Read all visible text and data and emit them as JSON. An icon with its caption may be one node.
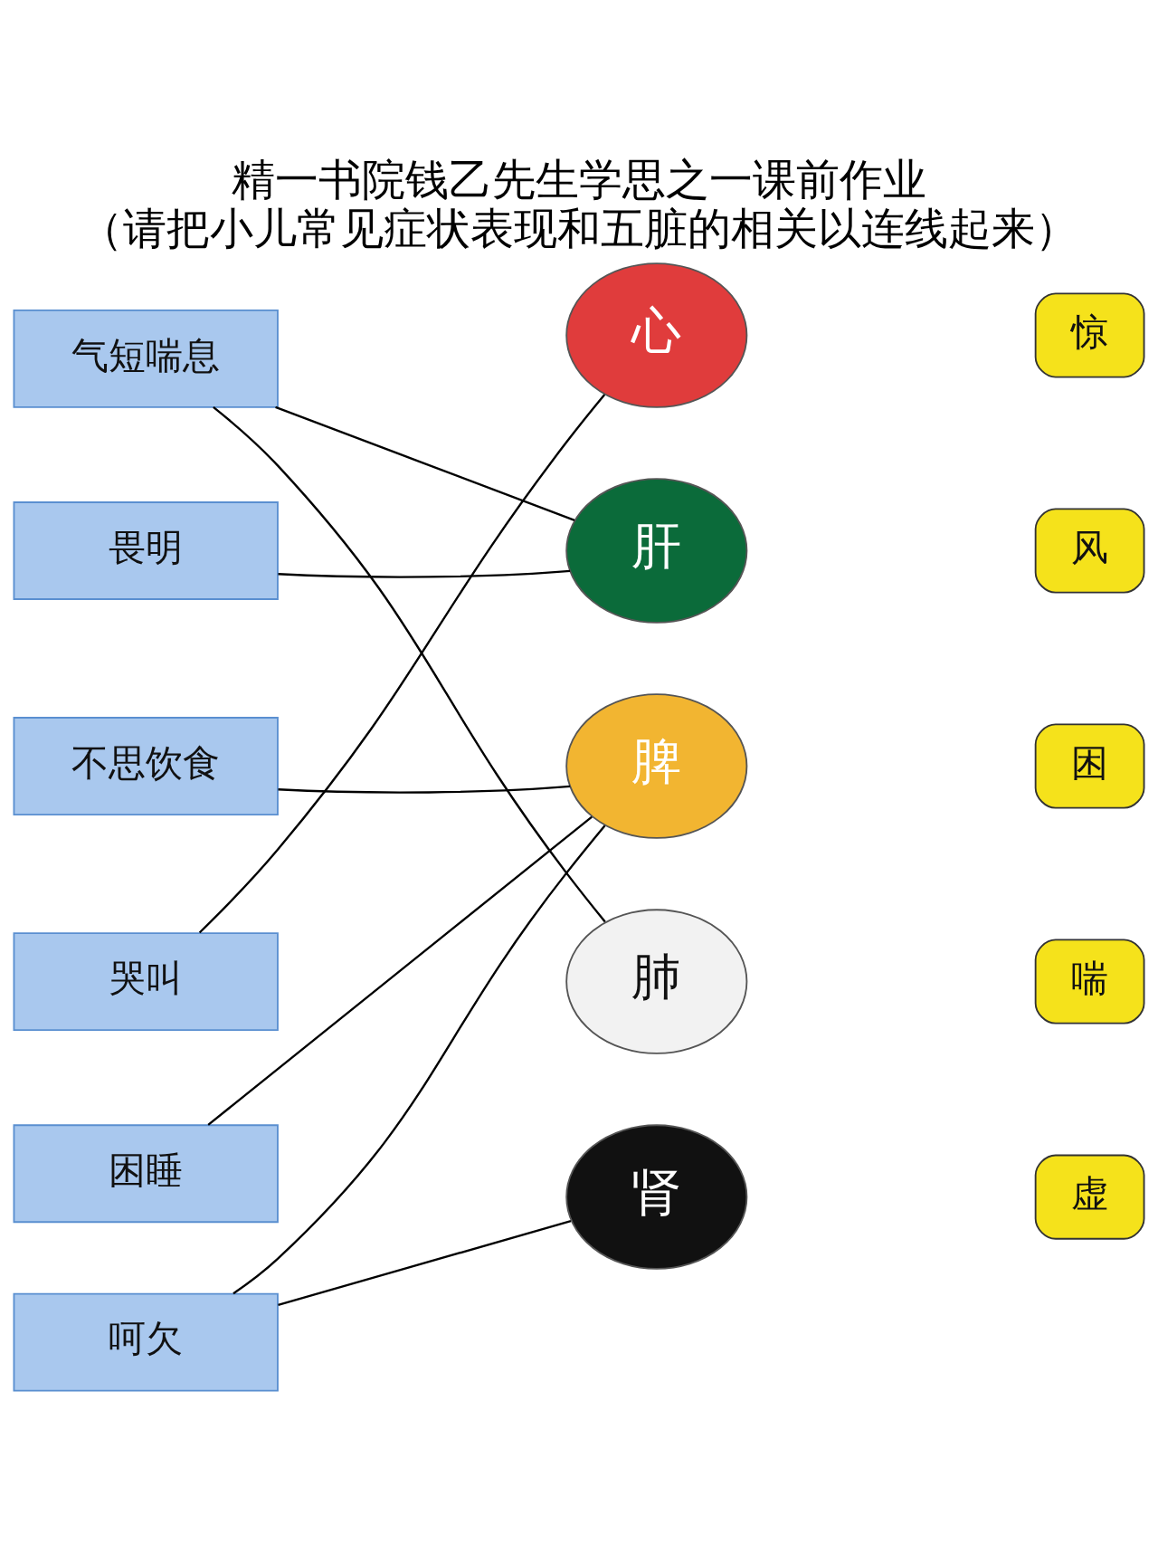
{
  "diagram": {
    "title": "精一书院钱乙先生学思之一课前作业",
    "caption": "（请把小儿常见症状表现和五脏的相关以连线起来）",
    "nodes": [
      {
        "text": [
          "气短喘息"
        ]
      },
      {
        "text": [
          "畏明"
        ]
      },
      {
        "text": [
          "不思饮食"
        ]
      },
      {
        "text": [
          "哭叫"
        ]
      },
      {
        "text": [
          "困睡"
        ]
      },
      {
        "text": [
          "呵欠"
        ]
      },
      {
        "text": [
          "心"
        ]
      },
      {
        "text": [
          "肝"
        ]
      },
      {
        "text": [
          "脾"
        ]
      },
      {
        "text": [
          "肺"
        ]
      },
      {
        "text": [
          "肾"
        ]
      },
      {
        "text": [
          "惊"
        ]
      },
      {
        "text": [
          "风"
        ]
      },
      {
        "text": [
          "困"
        ]
      },
      {
        "text": [
          "喘"
        ]
      },
      {
        "text": [
          "虚"
        ]
      }
    ],
    "edges": [
      {
        "from": 0,
        "to": 7,
        "arrow": "none"
      },
      {
        "from": 0,
        "to": 9,
        "arrow": "none"
      },
      {
        "from": 1,
        "to": 7,
        "arrow": "none"
      },
      {
        "from": 2,
        "to": 8,
        "arrow": "none"
      },
      {
        "from": 3,
        "to": 6,
        "arrow": "none"
      },
      {
        "from": 4,
        "to": 8,
        "arrow": "none"
      },
      {
        "from": 5,
        "to": 8,
        "arrow": "none"
      },
      {
        "from": 5,
        "to": 10,
        "arrow": "none"
      }
    ]
  }
}
